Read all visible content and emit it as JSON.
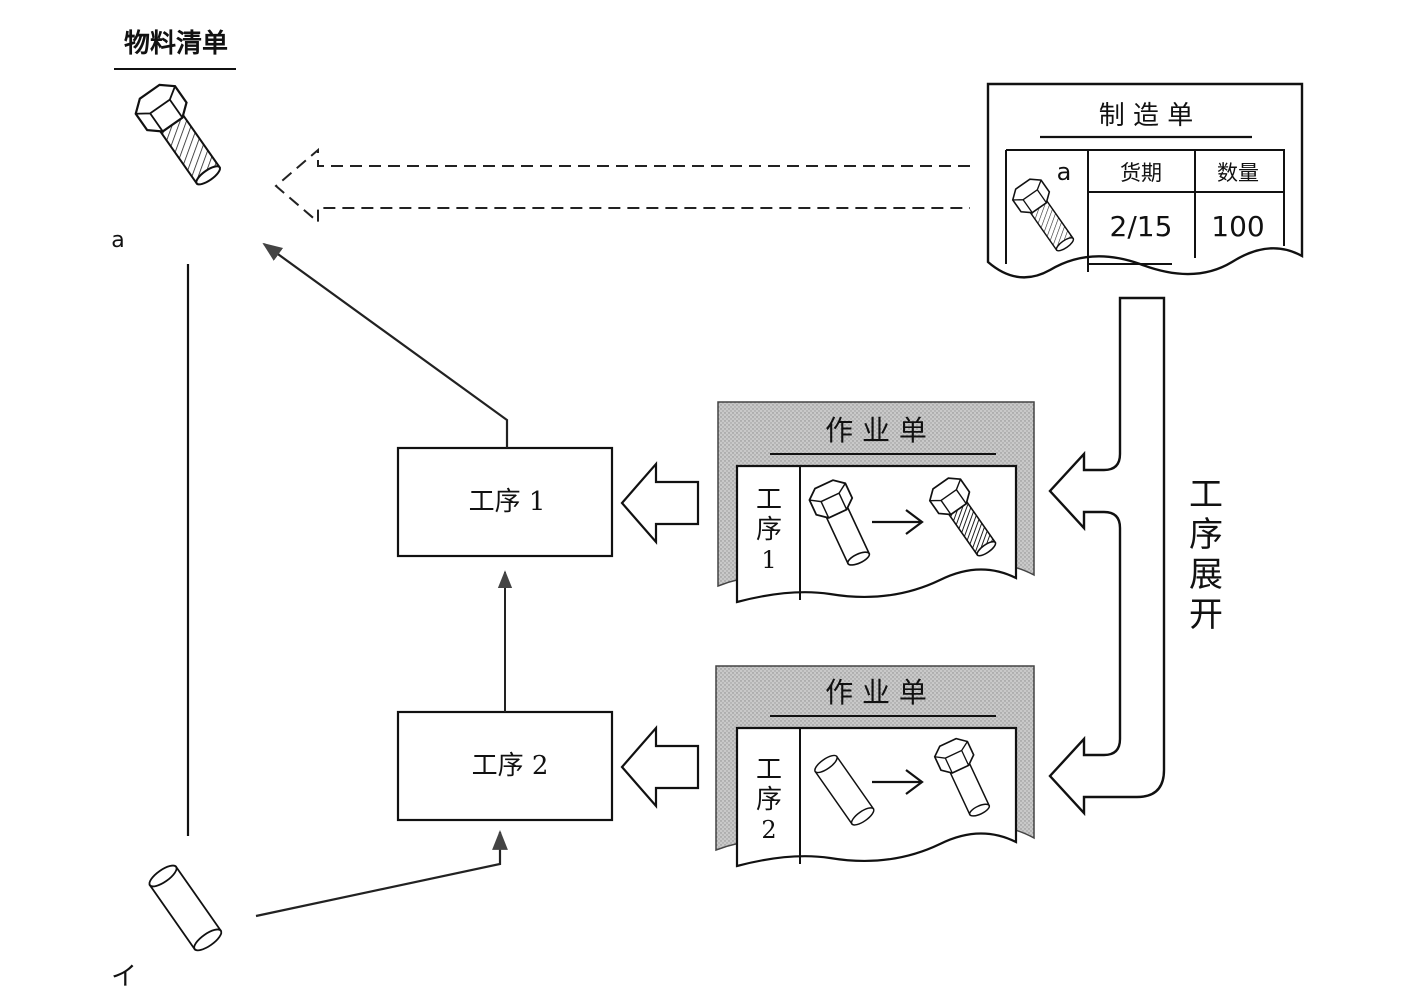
{
  "bom": {
    "title": "物料清单",
    "product_label": "a",
    "material_label": "イ"
  },
  "manufacturing_order": {
    "title": "制 造 单",
    "item_label": "a",
    "col_due": "货期",
    "col_qty": "数量",
    "due_value": "2/15",
    "qty_value": "100"
  },
  "process_expansion_label": [
    "工",
    "序",
    "展",
    "开"
  ],
  "process_boxes": [
    {
      "label": "工序 1"
    },
    {
      "label": "工序 2"
    }
  ],
  "work_orders": [
    {
      "title": "作 业 单",
      "proc_chars": [
        "工",
        "序",
        "1"
      ]
    },
    {
      "title": "作 业 单",
      "proc_chars": [
        "工",
        "序",
        "2"
      ]
    }
  ]
}
